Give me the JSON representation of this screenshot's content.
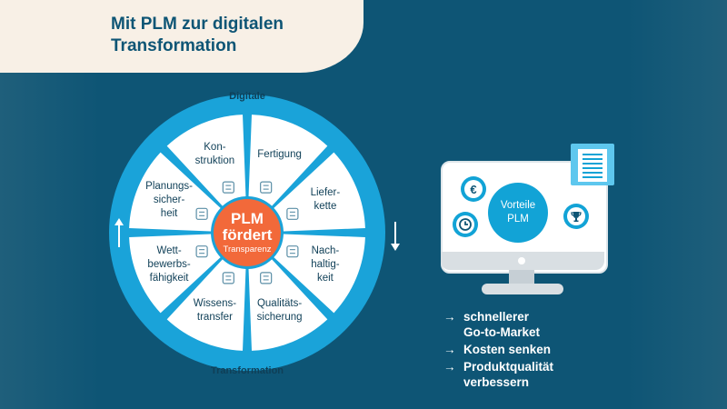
{
  "title": {
    "line1": "Mit PLM zur digitalen",
    "line2": "Transformation"
  },
  "wheel": {
    "ring_top_label": "Digitale",
    "ring_bottom_label": "Transformation",
    "center": {
      "line1": "PLM",
      "line2": "fördert",
      "line3": "Transparenz"
    },
    "segments": [
      {
        "id": "fertigung",
        "lines": [
          "Fertigung"
        ],
        "icon": "checklist-icon"
      },
      {
        "id": "lieferkette",
        "lines": [
          "Liefer-",
          "kette"
        ],
        "icon": "network-icon"
      },
      {
        "id": "nachhaltigkeit",
        "lines": [
          "Nach-",
          "haltig-",
          "keit"
        ],
        "icon": "leaf-icon"
      },
      {
        "id": "qualitaetssicherung",
        "lines": [
          "Qualitäts-",
          "sicherung"
        ],
        "icon": "badge-icon"
      },
      {
        "id": "wissenstransfer",
        "lines": [
          "Wissens-",
          "transfer"
        ],
        "icon": "lightbulb-icon"
      },
      {
        "id": "wettbewerbsfaehigkeit",
        "lines": [
          "Wett-",
          "bewerbs-",
          "fähigkeit"
        ],
        "icon": "chart-board-icon"
      },
      {
        "id": "planungssicherheit",
        "lines": [
          "Planungs-",
          "sicher-",
          "heit"
        ],
        "icon": "calendar-icon"
      },
      {
        "id": "konstruktion",
        "lines": [
          "Kon-",
          "struktion"
        ],
        "icon": "tools-icon"
      }
    ],
    "colors": {
      "ring": "#1aa3d9",
      "segment": "#ffffff",
      "center": "#f2693a",
      "text": "#0f3f57"
    }
  },
  "monitor": {
    "label_line1": "Vorteile",
    "label_line2": "PLM",
    "badges": [
      {
        "icon": "euro-icon",
        "glyph": "€"
      },
      {
        "icon": "clock-icon",
        "glyph": "◷"
      },
      {
        "icon": "trophy-icon",
        "glyph": "🏆"
      }
    ],
    "document_icon": "document-icon"
  },
  "benefits": [
    {
      "lines": [
        "schnellerer",
        "Go-to-Market"
      ]
    },
    {
      "lines": [
        "Kosten senken"
      ]
    },
    {
      "lines": [
        "Produktqualität",
        "verbessern"
      ]
    }
  ],
  "arrow_glyph": "→",
  "colors": {
    "background": "#0e5575",
    "title_card": "#f8f0e6",
    "accent": "#12a3d6",
    "orange": "#f2693a"
  }
}
